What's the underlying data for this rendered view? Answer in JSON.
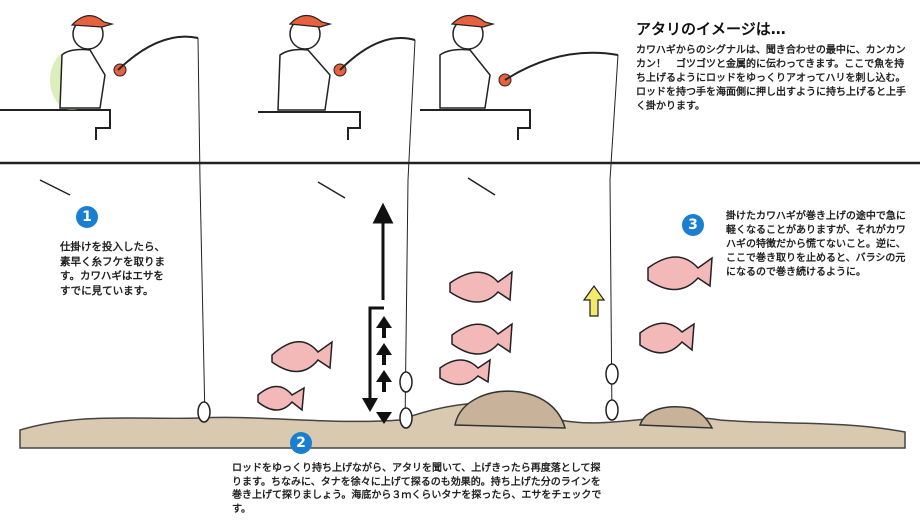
{
  "header": {
    "title": "アタリのイメージは…",
    "description": "カワハギからのシグナルは、聞き合わせの最中に、カンカンカン！　ゴツゴツと金属的に伝わってきます。ここで魚を持ち上げるようにロッドをゆっくりアオってハリを刺し込む。ロッドを持つ手を海面側に押し出すように持ち上げると上手く掛かります。"
  },
  "steps": [
    {
      "number": "1",
      "text": "仕掛けを投入したら、素早く糸フケを取ります。カワハギはエサをすでに見ています。"
    },
    {
      "number": "2",
      "text": "ロッドをゆっくり持ち上げながら、アタリを聞いて、上げきったら再度落として探ります。ちなみに、タナを徐々に上げて探るのも効果的。持ち上げた分のラインを巻き上げて探りましょう。海底から３ｍくらいタナを探ったら、エサをチェックです。"
    },
    {
      "number": "3",
      "text": "掛けたカワハギが巻き上げの途中で急に軽くなることがありますが、それがカワハギの特徴だから慌てないこと。逆に、ここで巻き取りを止めると、バラシの元になるので巻き続けるように。"
    }
  ],
  "colors": {
    "badge": "#1a7fd1",
    "cap": "#e8603c",
    "jacket_shadow": "#b7e07a",
    "fish_fill": "#f3b8b8",
    "seabed": "#d9c9b0",
    "arrow_hint": "#f3e96a"
  }
}
